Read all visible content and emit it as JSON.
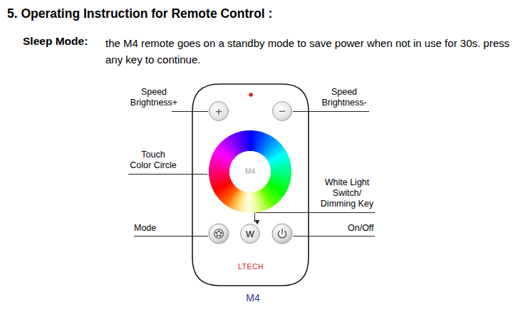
{
  "diagram": {
    "title": "5. Operating Instruction for Remote Control :",
    "nodes": [
      {
        "text": [
          "LTECH"
        ]
      },
      {
        "text": [
          "+"
        ],
        "in": 0
      },
      {
        "text": [
          "−"
        ],
        "in": 0
      },
      {
        "text": [
          "M4"
        ],
        "in": 0
      },
      {
        "text": [
          "W"
        ],
        "in": 0
      }
    ],
    "labels": [
      "Sleep Mode:",
      "the M4 remote goes on a standby mode to save power when not in use for 30s. press any key to continue.",
      "Speed Brightness+",
      "Speed Brightness-",
      "Touch Color Circle",
      "White Light Switch/ Dimming Key",
      "Mode",
      "On/Off",
      "M4"
    ]
  }
}
